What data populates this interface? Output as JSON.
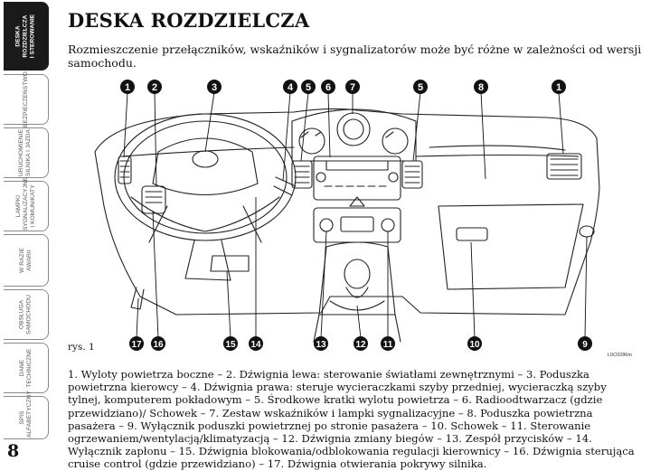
{
  "sidebar": {
    "tabs": [
      {
        "label": "DESKA ROZDZIELCZA I STEROWANIE",
        "active": true
      },
      {
        "label": "BEZPIECZEŃSTWO",
        "active": false
      },
      {
        "label": "URUCHOMIENIE SILNIKA I JAZDA",
        "active": false
      },
      {
        "label": "LAMPKI SYGNALIZACYJNE I KOMUNIKATY",
        "active": false
      },
      {
        "label": "W RAZIE AWARII",
        "active": false
      },
      {
        "label": "OBSŁUGA SAMOCHODU",
        "active": false
      },
      {
        "label": "DANE TECHNICZNE",
        "active": false
      },
      {
        "label": "SPIS ALFABETYCZNY",
        "active": false
      }
    ]
  },
  "page": {
    "number": "8",
    "title": "DESKA ROZDZIELCZA",
    "subtitle": "Rozmieszczenie przełączników, wskaźników i sygnalizatorów może być różne w zależności od wersji samochodu."
  },
  "figure": {
    "label": "rys. 1",
    "code": "L0C0286m",
    "callouts_top": [
      "1",
      "2",
      "3",
      "4",
      "5",
      "6",
      "7",
      "5",
      "8",
      "1"
    ],
    "callouts_bottom": [
      "17",
      "16",
      "15",
      "14",
      "13",
      "12",
      "11",
      "10",
      "9"
    ]
  },
  "caption": "1. Wyloty powietrza boczne – 2. Dźwignia lewa: sterowanie światłami zewnętrznymi – 3. Poduszka powietrzna kierowcy – 4. Dźwignia prawa: steruje wycieraczkami szyby przedniej, wycieraczką szyby tylnej, komputerem pokładowym – 5. Środkowe kratki wylotu powietrza – 6. Radioodtwarzacz (gdzie przewidziano)/ Schowek – 7. Zestaw wskaźników i lampki sygnalizacyjne – 8. Poduszka powietrzna pasażera – 9. Wyłącznik poduszki powietrznej po stronie pasażera – 10. Schowek – 11. Sterowanie ogrzewaniem/wentylacją/klimatyzacją – 12. Dźwignia zmiany biegów – 13. Zespół przycisków – 14. Wyłącznik zapłonu – 15. Dźwignia blokowania/odblokowania regulacji kierownicy – 16. Dźwignia sterująca cruise control (gdzie przewidziano) – 17. Dźwignia otwierania pokrywy silnika."
}
